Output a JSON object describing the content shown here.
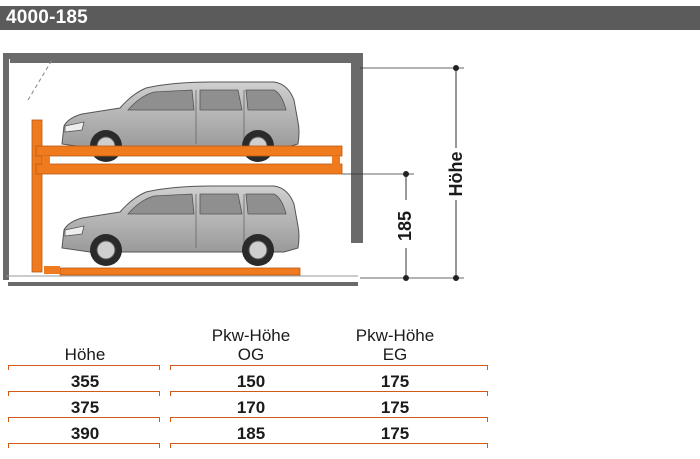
{
  "title": "4000-185",
  "diagram": {
    "height_label": "Höhe",
    "clearance_label": "185"
  },
  "table": {
    "headers": [
      {
        "line1": "",
        "line2": "Höhe"
      },
      {
        "line1": "Pkw-Höhe",
        "line2": "OG"
      },
      {
        "line1": "Pkw-Höhe",
        "line2": "EG"
      }
    ],
    "rows": [
      [
        "355",
        "150",
        "175"
      ],
      [
        "375",
        "170",
        "175"
      ],
      [
        "390",
        "185",
        "175"
      ]
    ]
  },
  "colors": {
    "platform_orange": "#f07a1e",
    "rule_orange": "#d05a1c",
    "title_bar": "#5b5b5b",
    "car_body": "#b8b8b8"
  }
}
